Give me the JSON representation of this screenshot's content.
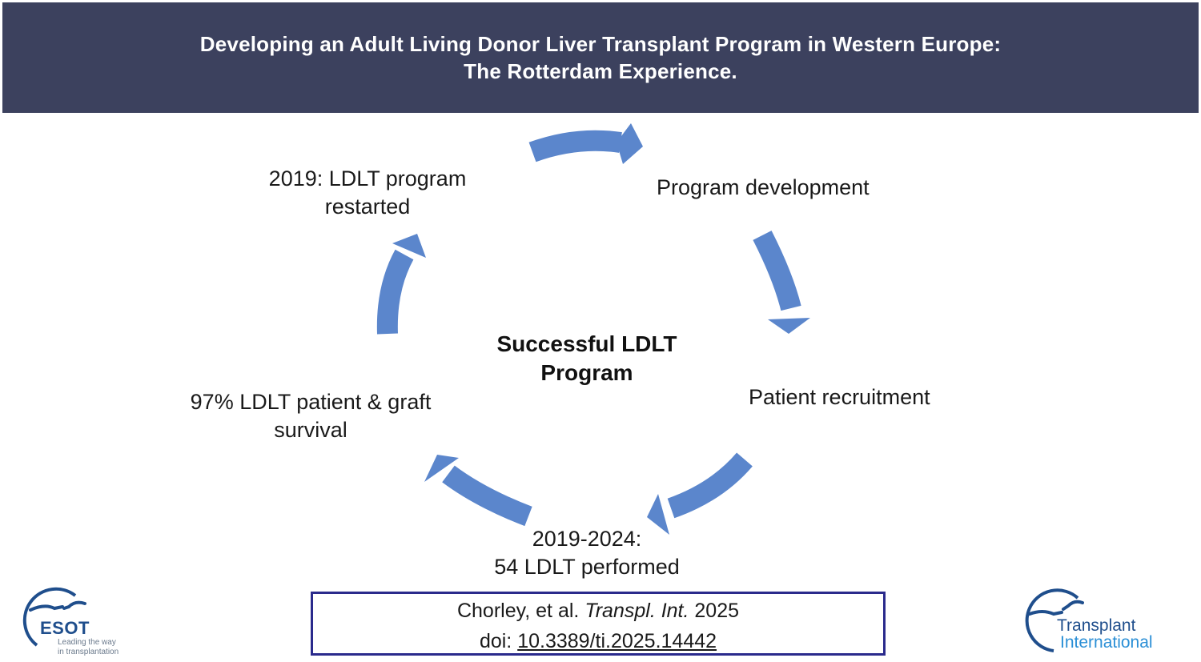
{
  "header": {
    "title_line1": "Developing an Adult Living Donor Liver Transplant Program in Western Europe:",
    "title_line2": "The Rotterdam Experience."
  },
  "cycle": {
    "center_line1": "Successful LDLT",
    "center_line2": "Program",
    "steps": [
      {
        "lines": [
          "Program development"
        ]
      },
      {
        "lines": [
          "Patient recruitment"
        ]
      },
      {
        "lines": [
          "2019-2024:",
          "54 LDLT performed"
        ]
      },
      {
        "lines": [
          "97% LDLT patient & graft",
          "survival"
        ]
      },
      {
        "lines": [
          "2019: LDLT program",
          "restarted"
        ]
      }
    ]
  },
  "citation": {
    "authors": "Chorley, et al.",
    "journal": "Transpl. Int.",
    "year": "2025",
    "doi_label": "doi:",
    "doi": "10.3389/ti.2025.14442"
  },
  "logos": {
    "esot_name": "ESOT",
    "esot_tagline_line1": "Leading the way",
    "esot_tagline_line2": "in transplantation",
    "ti_line1": "Transplant",
    "ti_line2": "International"
  },
  "colors": {
    "header_bg": "#3c415e",
    "arrow": "#5b86cc",
    "citation_border": "#2a2a8c"
  }
}
